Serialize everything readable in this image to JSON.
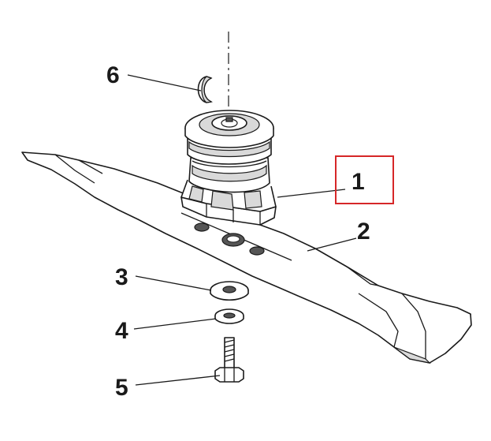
{
  "callouts": {
    "part1": "1",
    "part2": "2",
    "part3": "3",
    "part4": "4",
    "part5": "5",
    "part6": "6"
  },
  "highlight_color": "#d62728",
  "line_color": "#1a1a1a"
}
